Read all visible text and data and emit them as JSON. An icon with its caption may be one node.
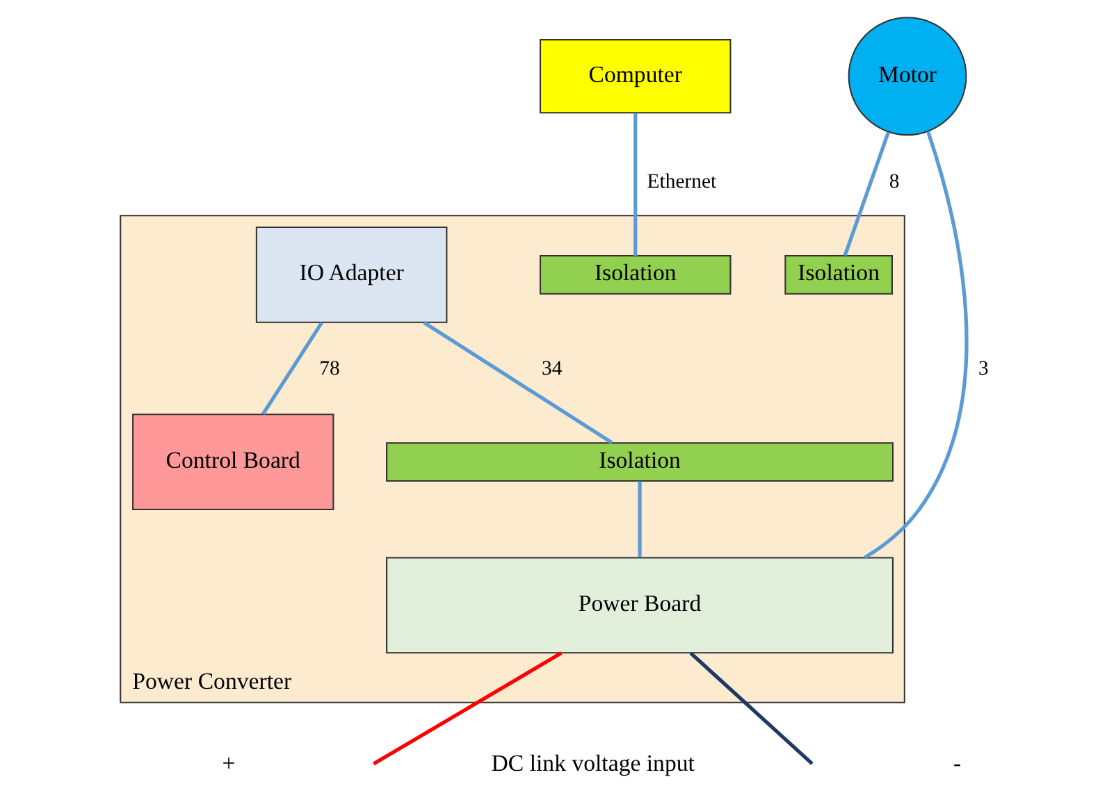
{
  "diagram": {
    "nodes": [
      {
        "text": [
          "Computer"
        ]
      },
      {
        "text": [
          "Power Converter"
        ]
      },
      {
        "text": [
          "Isolation"
        ],
        "in": 1
      },
      {
        "text": [
          "Isolation"
        ],
        "in": 1
      },
      {
        "text": [
          "IO Adapter"
        ],
        "in": 1
      },
      {
        "text": [
          "Control Board"
        ],
        "in": 1
      },
      {
        "text": [
          "Isolation"
        ],
        "in": 1
      },
      {
        "text": [
          "Power Board"
        ],
        "in": 1
      },
      {
        "text": [
          "Motor"
        ]
      }
    ],
    "edges": [
      {
        "from": 0,
        "to": 2,
        "arrow": "none",
        "label": "Ethernet"
      },
      {
        "from": 8,
        "to": 3,
        "arrow": "none",
        "label": "8"
      },
      {
        "from": 4,
        "to": 5,
        "arrow": "none",
        "label": "78"
      },
      {
        "from": 4,
        "to": 6,
        "arrow": "none",
        "label": "34"
      },
      {
        "from": 6,
        "to": 7,
        "arrow": "none"
      },
      {
        "from": 8,
        "to": 7,
        "arrow": "none",
        "label": "3"
      },
      {
        "from": 7,
        "to": null,
        "arrow": "none",
        "color": "#ff0000"
      },
      {
        "from": 7,
        "to": null,
        "arrow": "none",
        "color": "#1f3864"
      }
    ],
    "labels": [
      "+",
      "DC link voltage input",
      "-"
    ]
  }
}
